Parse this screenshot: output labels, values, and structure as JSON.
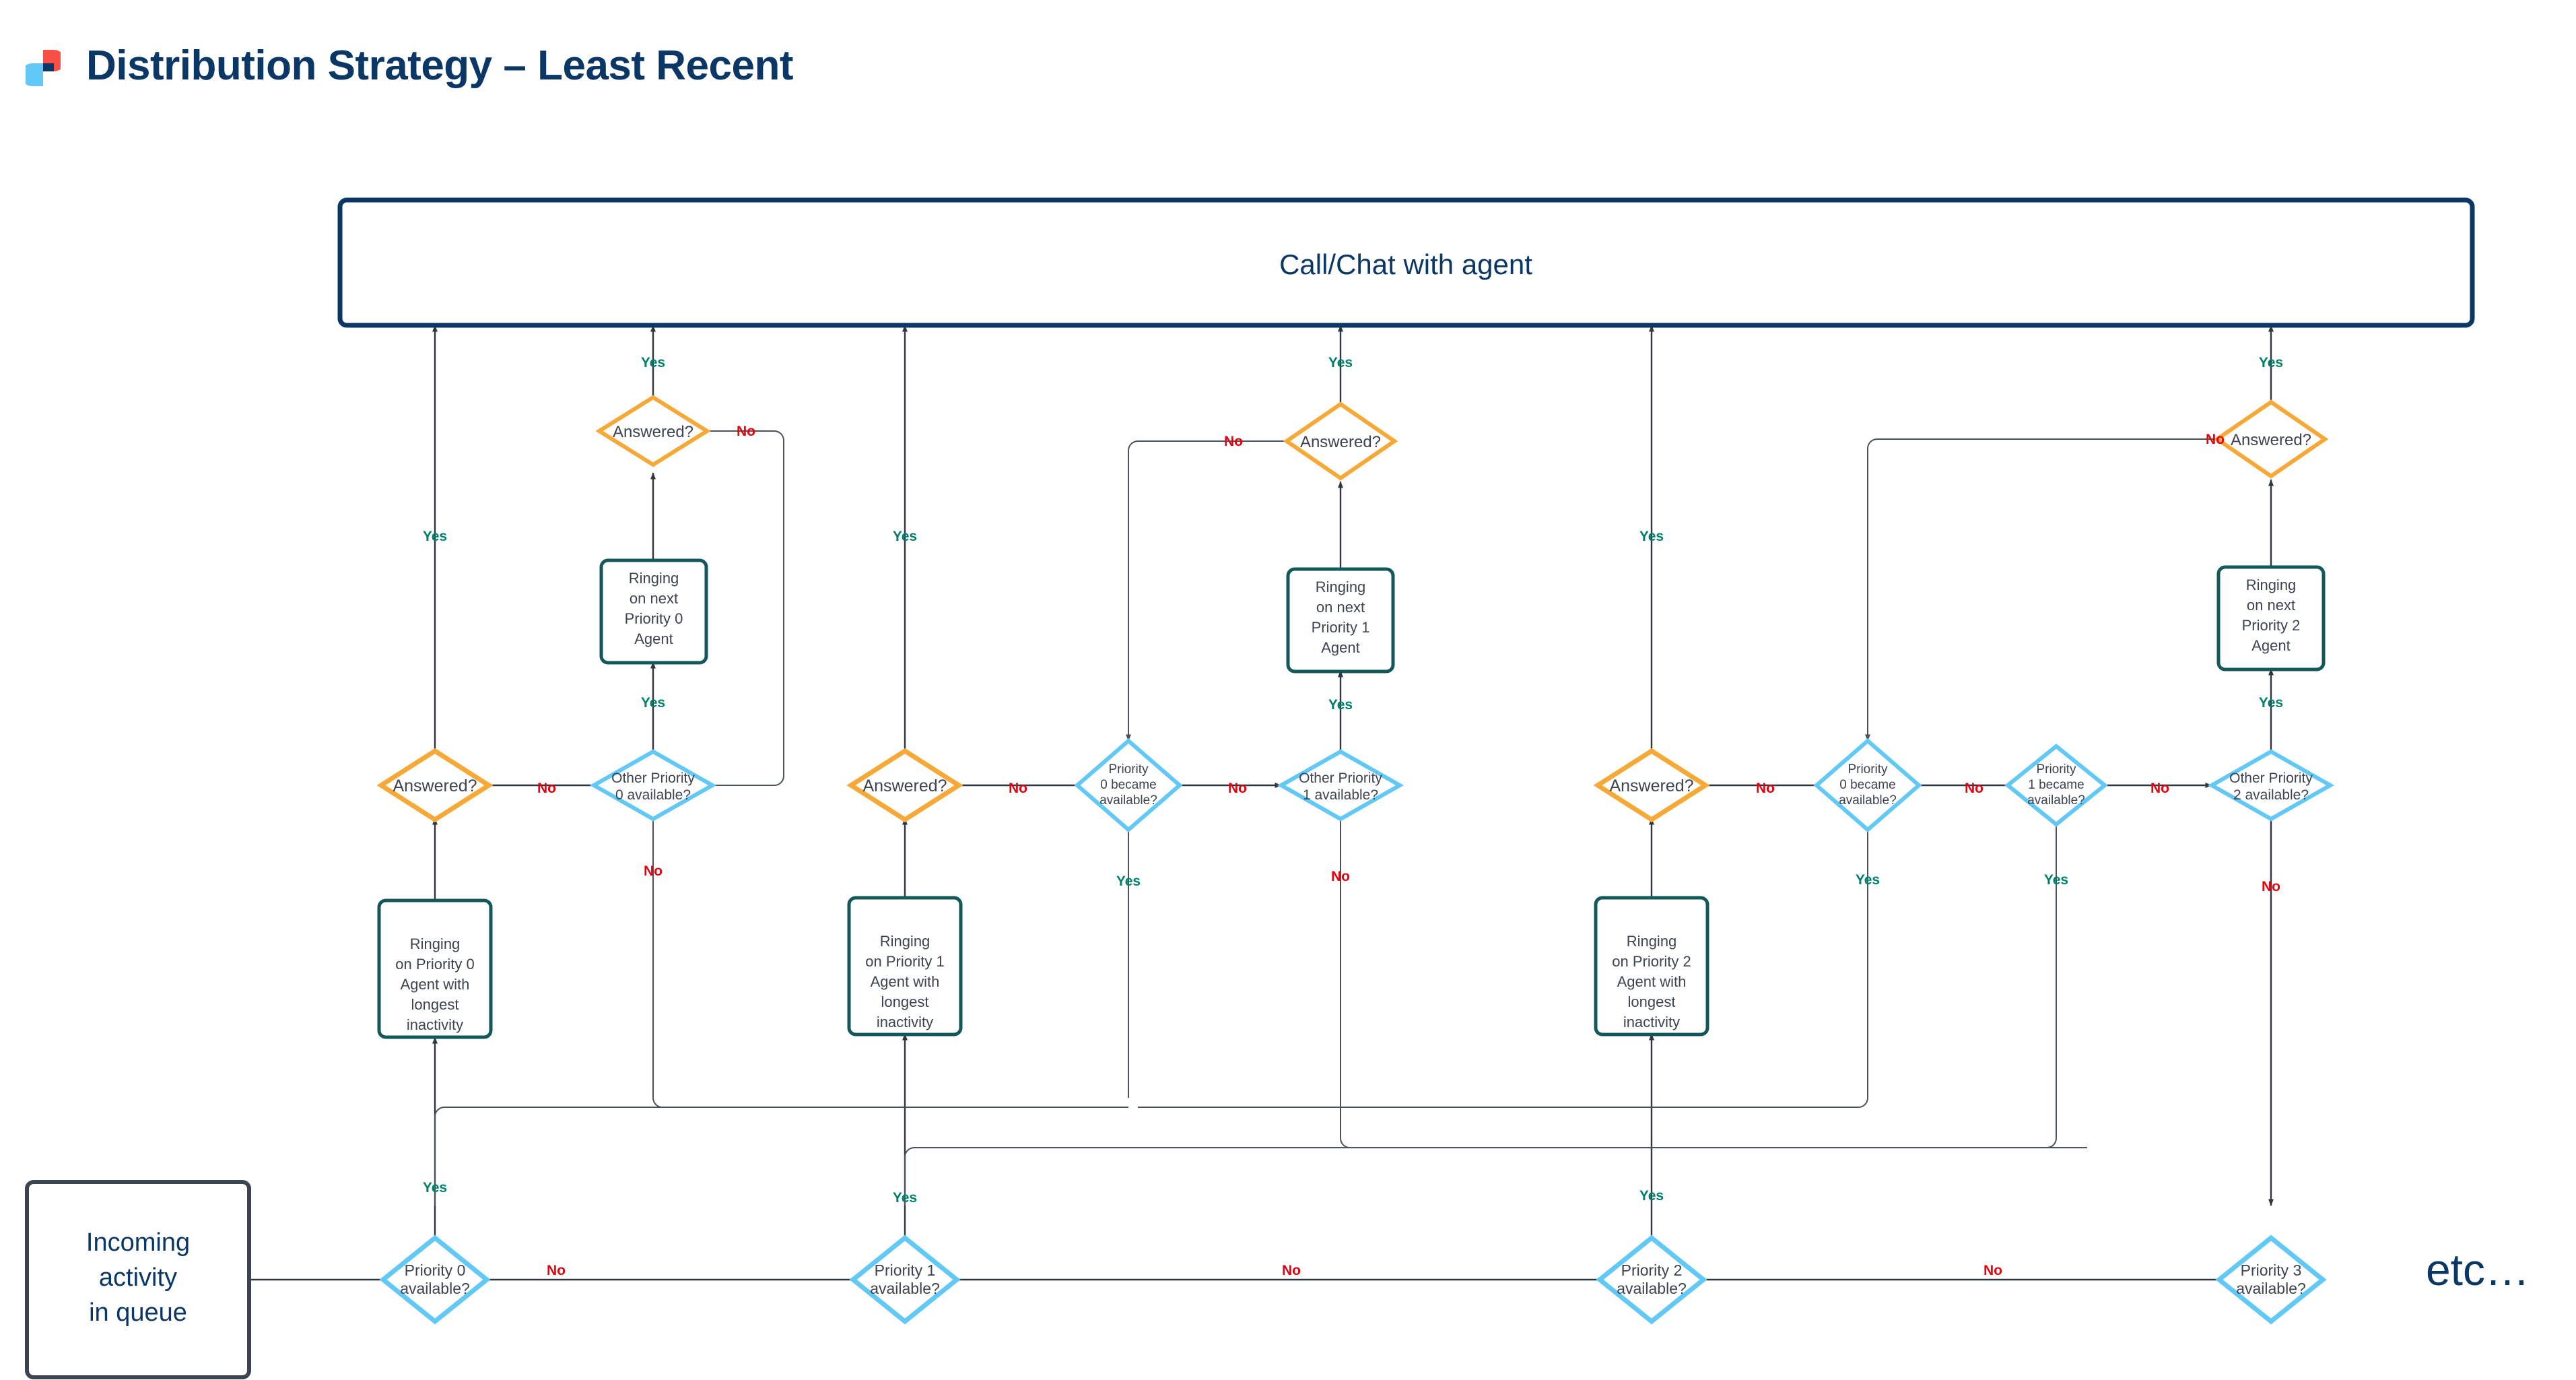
{
  "header": {
    "title": "Distribution Strategy – Least Recent",
    "logo_colors": {
      "red": "#f94f46",
      "blue": "#62c8f5",
      "navy": "#0b3766"
    },
    "title_color": "#0b3766"
  },
  "palette": {
    "decision_blue": "#62c8f5",
    "decision_orange": "#f6a937",
    "process_teal": "#13585a",
    "top_box_border": "#0b3766",
    "start_box_border": "#3c4450",
    "text_dark": "#3c4450",
    "text_navy": "#0b3766",
    "yes_green": "#00806b",
    "no_red": "#e8000d",
    "edge_gray": "#2f3640"
  },
  "nodes": {
    "top_box": {
      "label": "Call/Chat with agent"
    },
    "start_box": {
      "line1": "Incoming",
      "line2": "activity",
      "line3": "in queue"
    },
    "etc": {
      "label": "etc…"
    },
    "p0": {
      "available": {
        "line1": "Priority 0",
        "line2": "available?"
      },
      "ringing_longest": {
        "line1": "Ringing",
        "line2": "on Priority 0",
        "line3": "Agent with",
        "line4": "longest",
        "line5": "inactivity"
      },
      "answered": {
        "label": "Answered?"
      },
      "other_available": {
        "line1": "Other Priority",
        "line2": "0 available?"
      },
      "ringing_next": {
        "line1": "Ringing",
        "line2": "on next",
        "line3": "Priority 0",
        "line4": "Agent"
      },
      "answered_next": {
        "label": "Answered?"
      }
    },
    "p1": {
      "available": {
        "line1": "Priority 1",
        "line2": "available?"
      },
      "ringing_longest": {
        "line1": "Ringing",
        "line2": "on Priority 1",
        "line3": "Agent with",
        "line4": "longest",
        "line5": "inactivity"
      },
      "answered": {
        "label": "Answered?"
      },
      "p0_became": {
        "line1": "Priority",
        "line2": "0 became",
        "line3": "available?"
      },
      "other_available": {
        "line1": "Other Priority",
        "line2": "1 available?"
      },
      "ringing_next": {
        "line1": "Ringing",
        "line2": "on next",
        "line3": "Priority 1",
        "line4": "Agent"
      },
      "answered_next": {
        "label": "Answered?"
      }
    },
    "p2": {
      "available": {
        "line1": "Priority 2",
        "line2": "available?"
      },
      "ringing_longest": {
        "line1": "Ringing",
        "line2": "on Priority 2",
        "line3": "Agent with",
        "line4": "longest",
        "line5": "inactivity"
      },
      "answered": {
        "label": "Answered?"
      },
      "p0_became": {
        "line1": "Priority",
        "line2": "0 became",
        "line3": "available?"
      },
      "p1_became": {
        "line1": "Priority",
        "line2": "1 became",
        "line3": "available?"
      },
      "other_available": {
        "line1": "Other Priority",
        "line2": "2 available?"
      },
      "ringing_next": {
        "line1": "Ringing",
        "line2": "on next",
        "line3": "Priority 2",
        "line4": "Agent"
      },
      "answered_next": {
        "label": "Answered?"
      }
    },
    "p3": {
      "available": {
        "line1": "Priority 3",
        "line2": "available?"
      }
    }
  },
  "edge_labels": {
    "yes": "Yes",
    "no": "No",
    "p0_avail_yes": "Yes",
    "p0_avail_no": "No",
    "p0_answered_yes": "Yes",
    "p0_answered_no": "No",
    "p0_other_yes": "Yes",
    "p0_other_no": "No",
    "p0_answered_next_yes": "Yes",
    "p0_answered_next_no": "No",
    "p1_avail_yes": "Yes",
    "p1_avail_no": "No",
    "p1_answered_yes": "Yes",
    "p1_answered_no": "No",
    "p1_p0became_yes": "Yes",
    "p1_p0became_no": "No",
    "p1_other_yes": "Yes",
    "p1_other_no": "No",
    "p1_answered_next_yes": "Yes",
    "p1_answered_next_no": "No",
    "p2_avail_yes": "Yes",
    "p2_avail_no": "No",
    "p2_answered_yes": "Yes",
    "p2_answered_no": "No",
    "p2_p0became_yes": "Yes",
    "p2_p0became_no": "No",
    "p2_p1became_yes": "Yes",
    "p2_p1became_no": "No",
    "p2_other_yes": "Yes",
    "p2_other_no": "No",
    "p2_answered_next_yes": "Yes",
    "p2_answered_next_no": "No",
    "p3_avail_no": "No"
  }
}
